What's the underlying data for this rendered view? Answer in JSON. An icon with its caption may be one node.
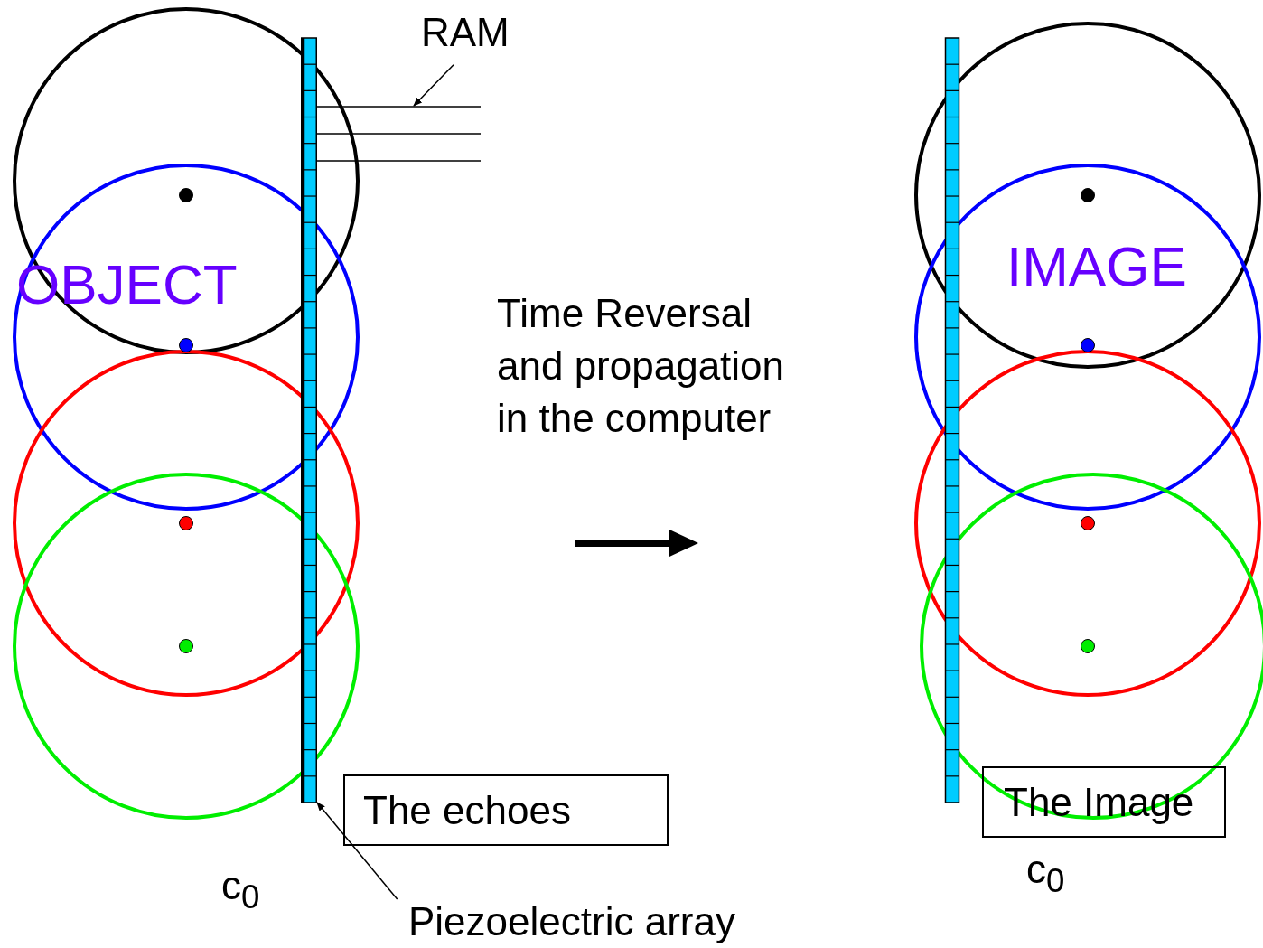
{
  "diagram": {
    "nodes": [
      {
        "text": [
          "RAM"
        ]
      },
      {
        "text": [],
        "shape": "bar"
      },
      {
        "text": [],
        "shape": "box"
      },
      {
        "text": [
          "Piezoelectric array"
        ]
      },
      {
        "text": [
          "The echoes"
        ]
      },
      {
        "text": [
          "Time Reversal and propagation in the computer"
        ]
      },
      {
        "text": [
          "The Image"
        ]
      }
    ],
    "edges": [
      {
        "from": 0,
        "to": 2,
        "arrow": "to"
      },
      {
        "from": 3,
        "to": 1,
        "arrow": "to"
      }
    ],
    "labels": [
      "OBJECT",
      "IMAGE",
      "c$_{0}$",
      "c$_{0}$"
    ]
  }
}
